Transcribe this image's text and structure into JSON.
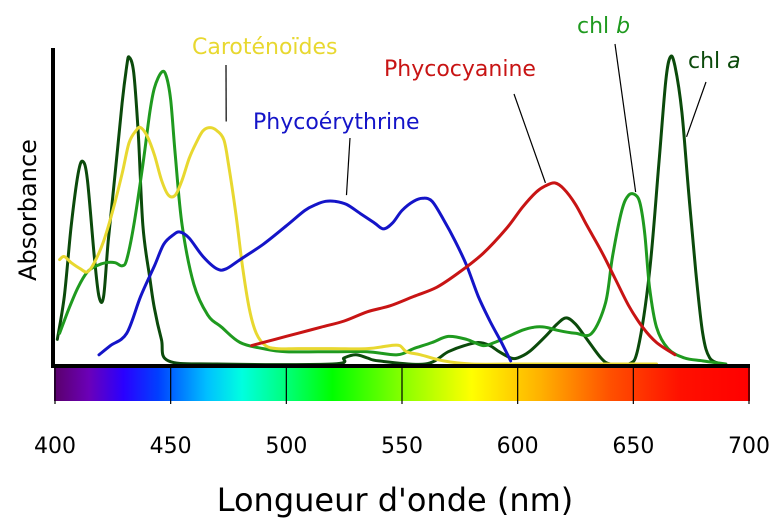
{
  "chart_data": {
    "type": "line",
    "xlabel": "Longueur d'onde (nm)",
    "ylabel": "Absorbance",
    "xlim": [
      400,
      700
    ],
    "ylim": [
      0,
      1
    ],
    "x_ticks": [
      "400",
      "450",
      "500",
      "550",
      "600",
      "650",
      "700"
    ],
    "grid": false,
    "spectrum_bar": true,
    "series": [
      {
        "name": "chl a",
        "name_base": "chl ",
        "name_italic": "a",
        "color": "#0b4a0b",
        "points": [
          [
            401,
            0.08
          ],
          [
            404,
            0.22
          ],
          [
            407,
            0.45
          ],
          [
            410,
            0.62
          ],
          [
            412,
            0.66
          ],
          [
            414,
            0.6
          ],
          [
            417,
            0.35
          ],
          [
            419,
            0.22
          ],
          [
            421,
            0.22
          ],
          [
            423,
            0.4
          ],
          [
            426,
            0.62
          ],
          [
            429,
            0.85
          ],
          [
            431,
            0.97
          ],
          [
            432,
            1.0
          ],
          [
            434,
            0.95
          ],
          [
            436,
            0.75
          ],
          [
            438,
            0.45
          ],
          [
            441,
            0.28
          ],
          [
            443,
            0.18
          ],
          [
            446,
            0.08
          ],
          [
            449,
            0.01
          ],
          [
            470,
            0.0
          ],
          [
            520,
            0.0
          ],
          [
            525,
            0.02
          ],
          [
            530,
            0.03
          ],
          [
            535,
            0.02
          ],
          [
            540,
            0.01
          ],
          [
            560,
            0.0
          ],
          [
            570,
            0.04
          ],
          [
            577,
            0.06
          ],
          [
            583,
            0.07
          ],
          [
            588,
            0.06
          ],
          [
            592,
            0.04
          ],
          [
            597,
            0.02
          ],
          [
            600,
            0.02
          ],
          [
            605,
            0.04
          ],
          [
            612,
            0.09
          ],
          [
            617,
            0.13
          ],
          [
            621,
            0.15
          ],
          [
            625,
            0.13
          ],
          [
            630,
            0.08
          ],
          [
            636,
            0.02
          ],
          [
            640,
            0.0
          ],
          [
            648,
            0.0
          ],
          [
            652,
            0.05
          ],
          [
            657,
            0.3
          ],
          [
            661,
            0.65
          ],
          [
            664,
            0.92
          ],
          [
            666,
            1.0
          ],
          [
            668,
            0.97
          ],
          [
            671,
            0.82
          ],
          [
            674,
            0.55
          ],
          [
            677,
            0.3
          ],
          [
            680,
            0.1
          ],
          [
            683,
            0.02
          ],
          [
            688,
            0.0
          ]
        ]
      },
      {
        "name": "chl b",
        "name_base": "chl ",
        "name_italic": "b",
        "color": "#1f9a1f",
        "points": [
          [
            402,
            0.1
          ],
          [
            406,
            0.18
          ],
          [
            410,
            0.25
          ],
          [
            414,
            0.3
          ],
          [
            418,
            0.32
          ],
          [
            422,
            0.33
          ],
          [
            426,
            0.33
          ],
          [
            429,
            0.32
          ],
          [
            431,
            0.34
          ],
          [
            434,
            0.45
          ],
          [
            438,
            0.65
          ],
          [
            441,
            0.82
          ],
          [
            443,
            0.9
          ],
          [
            446,
            0.95
          ],
          [
            448,
            0.94
          ],
          [
            450,
            0.86
          ],
          [
            452,
            0.68
          ],
          [
            455,
            0.45
          ],
          [
            460,
            0.26
          ],
          [
            466,
            0.16
          ],
          [
            472,
            0.12
          ],
          [
            480,
            0.07
          ],
          [
            490,
            0.05
          ],
          [
            500,
            0.04
          ],
          [
            520,
            0.04
          ],
          [
            535,
            0.04
          ],
          [
            548,
            0.03
          ],
          [
            555,
            0.05
          ],
          [
            563,
            0.07
          ],
          [
            570,
            0.09
          ],
          [
            578,
            0.08
          ],
          [
            585,
            0.06
          ],
          [
            590,
            0.07
          ],
          [
            596,
            0.09
          ],
          [
            602,
            0.11
          ],
          [
            607,
            0.12
          ],
          [
            612,
            0.12
          ],
          [
            617,
            0.11
          ],
          [
            625,
            0.1
          ],
          [
            632,
            0.1
          ],
          [
            638,
            0.2
          ],
          [
            641,
            0.35
          ],
          [
            645,
            0.5
          ],
          [
            648,
            0.55
          ],
          [
            651,
            0.55
          ],
          [
            653,
            0.52
          ],
          [
            655,
            0.42
          ],
          [
            657,
            0.25
          ],
          [
            660,
            0.12
          ],
          [
            665,
            0.05
          ],
          [
            672,
            0.02
          ],
          [
            680,
            0.01
          ],
          [
            690,
            0.0
          ]
        ]
      },
      {
        "name": "Caroténoïdes",
        "color": "#e8d830",
        "points": [
          [
            402,
            0.34
          ],
          [
            404,
            0.35
          ],
          [
            407,
            0.33
          ],
          [
            411,
            0.31
          ],
          [
            414,
            0.3
          ],
          [
            417,
            0.33
          ],
          [
            421,
            0.4
          ],
          [
            425,
            0.5
          ],
          [
            429,
            0.62
          ],
          [
            432,
            0.72
          ],
          [
            435,
            0.76
          ],
          [
            437,
            0.77
          ],
          [
            440,
            0.74
          ],
          [
            443,
            0.68
          ],
          [
            446,
            0.6
          ],
          [
            449,
            0.55
          ],
          [
            452,
            0.55
          ],
          [
            455,
            0.6
          ],
          [
            458,
            0.67
          ],
          [
            461,
            0.72
          ],
          [
            464,
            0.76
          ],
          [
            467,
            0.77
          ],
          [
            470,
            0.76
          ],
          [
            473,
            0.73
          ],
          [
            475,
            0.65
          ],
          [
            478,
            0.5
          ],
          [
            481,
            0.32
          ],
          [
            484,
            0.18
          ],
          [
            487,
            0.1
          ],
          [
            491,
            0.06
          ],
          [
            496,
            0.05
          ],
          [
            505,
            0.05
          ],
          [
            520,
            0.05
          ],
          [
            535,
            0.05
          ],
          [
            545,
            0.06
          ],
          [
            549,
            0.06
          ],
          [
            552,
            0.04
          ],
          [
            558,
            0.03
          ],
          [
            568,
            0.01
          ],
          [
            580,
            0.0
          ],
          [
            600,
            0.0
          ],
          [
            630,
            0.0
          ],
          [
            660,
            0.0
          ]
        ]
      },
      {
        "name": "Phycoérythrine",
        "color": "#1414c8",
        "points": [
          [
            419,
            0.03
          ],
          [
            424,
            0.06
          ],
          [
            431,
            0.1
          ],
          [
            437,
            0.22
          ],
          [
            443,
            0.32
          ],
          [
            447,
            0.39
          ],
          [
            451,
            0.42
          ],
          [
            454,
            0.43
          ],
          [
            458,
            0.41
          ],
          [
            464,
            0.35
          ],
          [
            470,
            0.31
          ],
          [
            474,
            0.31
          ],
          [
            480,
            0.34
          ],
          [
            490,
            0.39
          ],
          [
            500,
            0.45
          ],
          [
            508,
            0.5
          ],
          [
            513,
            0.52
          ],
          [
            517,
            0.53
          ],
          [
            521,
            0.53
          ],
          [
            526,
            0.52
          ],
          [
            532,
            0.49
          ],
          [
            538,
            0.46
          ],
          [
            542,
            0.44
          ],
          [
            546,
            0.46
          ],
          [
            550,
            0.5
          ],
          [
            555,
            0.53
          ],
          [
            559,
            0.54
          ],
          [
            563,
            0.53
          ],
          [
            568,
            0.47
          ],
          [
            573,
            0.4
          ],
          [
            578,
            0.32
          ],
          [
            583,
            0.22
          ],
          [
            588,
            0.14
          ],
          [
            593,
            0.07
          ],
          [
            597,
            0.01
          ]
        ]
      },
      {
        "name": "Phycocyanine",
        "color": "#c81414",
        "points": [
          [
            485,
            0.06
          ],
          [
            495,
            0.08
          ],
          [
            505,
            0.1
          ],
          [
            515,
            0.12
          ],
          [
            525,
            0.14
          ],
          [
            535,
            0.17
          ],
          [
            545,
            0.19
          ],
          [
            555,
            0.22
          ],
          [
            565,
            0.25
          ],
          [
            575,
            0.3
          ],
          [
            585,
            0.36
          ],
          [
            595,
            0.44
          ],
          [
            602,
            0.51
          ],
          [
            608,
            0.56
          ],
          [
            612,
            0.58
          ],
          [
            616,
            0.59
          ],
          [
            620,
            0.57
          ],
          [
            625,
            0.52
          ],
          [
            630,
            0.45
          ],
          [
            636,
            0.37
          ],
          [
            642,
            0.28
          ],
          [
            648,
            0.19
          ],
          [
            654,
            0.12
          ],
          [
            660,
            0.07
          ],
          [
            668,
            0.03
          ]
        ]
      }
    ],
    "annotations": [
      {
        "series": 2,
        "anchor": [
          474,
          0.79
        ]
      },
      {
        "series": 3,
        "anchor": [
          526,
          0.55
        ]
      },
      {
        "series": 4,
        "anchor": [
          612,
          0.59
        ]
      },
      {
        "series": 1,
        "anchor": [
          651,
          0.56
        ]
      },
      {
        "series": 0,
        "anchor": [
          673,
          0.74
        ]
      }
    ]
  }
}
